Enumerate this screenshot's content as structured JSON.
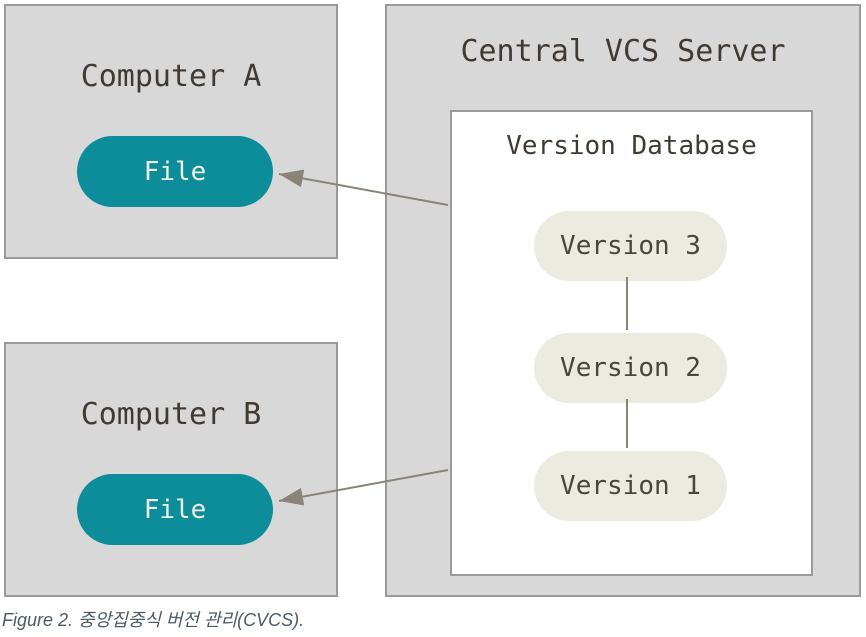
{
  "figure": {
    "computer_a": {
      "title": "Computer A",
      "file_label": "File"
    },
    "computer_b": {
      "title": "Computer B",
      "file_label": "File"
    },
    "server": {
      "title": "Central VCS Server",
      "database": {
        "title": "Version Database",
        "versions": [
          {
            "label": "Version 3"
          },
          {
            "label": "Version 2"
          },
          {
            "label": "Version 1"
          }
        ]
      }
    },
    "caption": "Figure 2. 중앙집중식 버전 관리(CVCS).",
    "colors": {
      "box_fill": "#d8d8d8",
      "box_border": "#9a9a9a",
      "file_pill": "#0d8d99",
      "file_text": "#eeefe9",
      "version_pill": "#ebebe2",
      "title_text": "#403a33",
      "version_text": "#4a453e",
      "connector": "#8a8478",
      "caption_text": "#4d5b67"
    }
  }
}
